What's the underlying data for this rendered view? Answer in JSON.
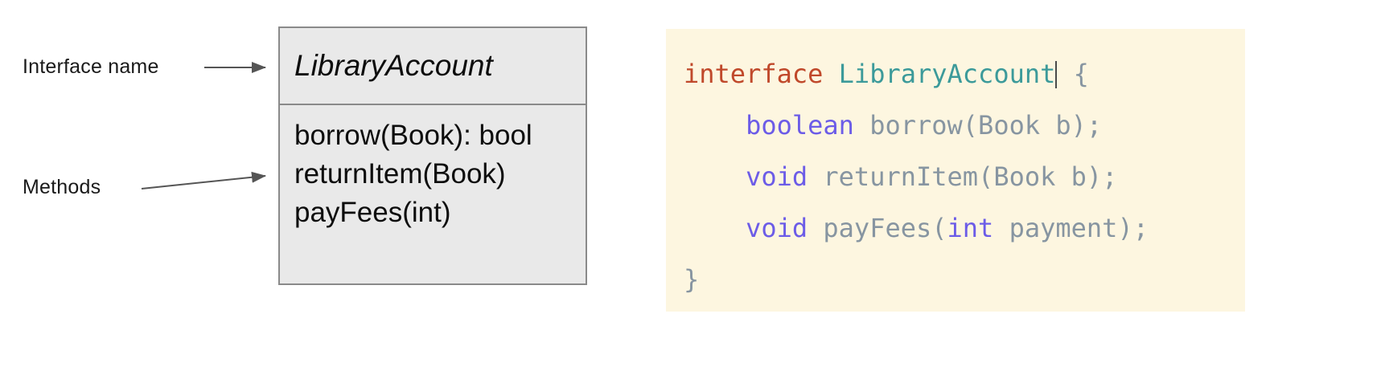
{
  "diagram": {
    "annotations": [
      {
        "label": "Interface name",
        "target": "interface-name-compartment"
      },
      {
        "label": "Methods",
        "target": "methods-compartment"
      }
    ],
    "uml_class_box": {
      "interface_name": "LibraryAccount",
      "name_is_italic": true,
      "methods": [
        "borrow(Book): bool",
        "returnItem(Book)",
        "payFees(int)"
      ],
      "fill_color": "#e9e9e9",
      "border_color": "#8a8a8a"
    }
  },
  "code_block": {
    "background_color": "#fdf6e0",
    "language": "java",
    "cursor_after": "LibraryAccount",
    "colors": {
      "keyword": "#c0492b",
      "type_name": "#3c9a9a",
      "modifier": "#6c5ce7",
      "plain": "#8795a1"
    },
    "lines": [
      {
        "indent": 0,
        "tokens": [
          {
            "text": "interface",
            "kind": "keyword"
          },
          {
            "text": " ",
            "kind": "plain"
          },
          {
            "text": "LibraryAccount",
            "kind": "type_name"
          },
          {
            "text": "caret",
            "kind": "caret"
          },
          {
            "text": " {",
            "kind": "plain"
          }
        ]
      },
      {
        "indent": 1,
        "tokens": [
          {
            "text": "boolean",
            "kind": "modifier"
          },
          {
            "text": " borrow(Book b);",
            "kind": "plain"
          }
        ]
      },
      {
        "indent": 1,
        "tokens": [
          {
            "text": "void",
            "kind": "modifier"
          },
          {
            "text": " returnItem(Book b);",
            "kind": "plain"
          }
        ]
      },
      {
        "indent": 1,
        "tokens": [
          {
            "text": "void",
            "kind": "modifier"
          },
          {
            "text": " payFees(",
            "kind": "plain"
          },
          {
            "text": "int",
            "kind": "modifier"
          },
          {
            "text": " payment);",
            "kind": "plain"
          }
        ]
      },
      {
        "indent": 0,
        "tokens": [
          {
            "text": "}",
            "kind": "plain"
          }
        ]
      }
    ],
    "plain_text": "interface LibraryAccount {\n    boolean borrow(Book b);\n    void returnItem(Book b);\n    void payFees(int payment);\n}"
  }
}
